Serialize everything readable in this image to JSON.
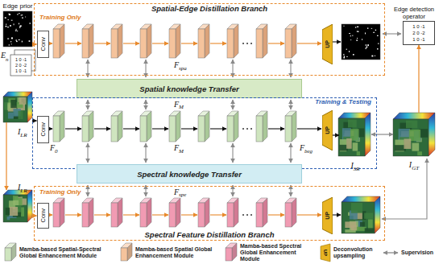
{
  "diagram": {
    "nodes": [
      {
        "text": [
          "Spatial-Edge Distillation Branch",
          "Training Only"
        ]
      },
      {
        "text": [
          "Conv"
        ],
        "in": 0
      },
      {
        "text": [
          "UP"
        ],
        "in": 0
      },
      {
        "text": [
          "Spatial knowledge Transfer"
        ]
      },
      {
        "text": [
          "Training & Testing"
        ]
      },
      {
        "text": [
          "Conv"
        ],
        "in": 4
      },
      {
        "text": [
          "UP"
        ],
        "in": 4
      },
      {
        "text": [
          "Spectral knowledge Transfer"
        ]
      },
      {
        "text": [
          "Spectral Feature Distillation Branch",
          "Training Only"
        ]
      },
      {
        "text": [
          "Conv"
        ],
        "in": 8
      },
      {
        "text": [
          "UP"
        ],
        "in": 8
      },
      {
        "text": [
          "Edge detection operator",
          "1 0 -1",
          "2 0 -2",
          "1 0 -1"
        ]
      },
      {
        "text": [
          "Edge prior"
        ]
      },
      {
        "text": [
          "I",
          "LR"
        ]
      },
      {
        "text": [
          "I",
          "LR"
        ]
      },
      {
        "text": [
          "I",
          "SR"
        ],
        "in": 4
      },
      {
        "text": [
          "I",
          "GT"
        ]
      }
    ],
    "edges": [
      {
        "from": 12,
        "to": 1,
        "arrow": "to"
      },
      {
        "from": 13,
        "to": 5,
        "arrow": "to"
      },
      {
        "from": 13,
        "to": 14,
        "arrow": "to"
      },
      {
        "from": 14,
        "to": 9,
        "arrow": "to"
      },
      {
        "from": 6,
        "to": 15,
        "arrow": "to"
      },
      {
        "from": 15,
        "to": 16,
        "arrow": "both"
      },
      {
        "from": 16,
        "to": 11,
        "arrow": "to"
      }
    ],
    "labels": [
      "E",
      "n",
      "1 0 -1",
      "2 0 -2",
      "1 0 -1",
      "F",
      "spa",
      "F",
      "M",
      "F",
      "M",
      "F",
      "0",
      "F",
      "beg",
      "F",
      "spe",
      "UP"
    ],
    "legend": [
      {
        "text": "Mamba-based Spatial-Spectral Global Enhancement Module",
        "color": "#cfe5bf"
      },
      {
        "text": "Mamba-based Spatial Global Enhancement Module",
        "color": "#f5c39c"
      },
      {
        "text": "Mamba-based Spectral Global Enhancement Module",
        "color": "#f19bb3"
      },
      {
        "text": "Deconvolution upsampling",
        "color": "#e8b422"
      },
      {
        "text": "Supervision"
      }
    ]
  }
}
